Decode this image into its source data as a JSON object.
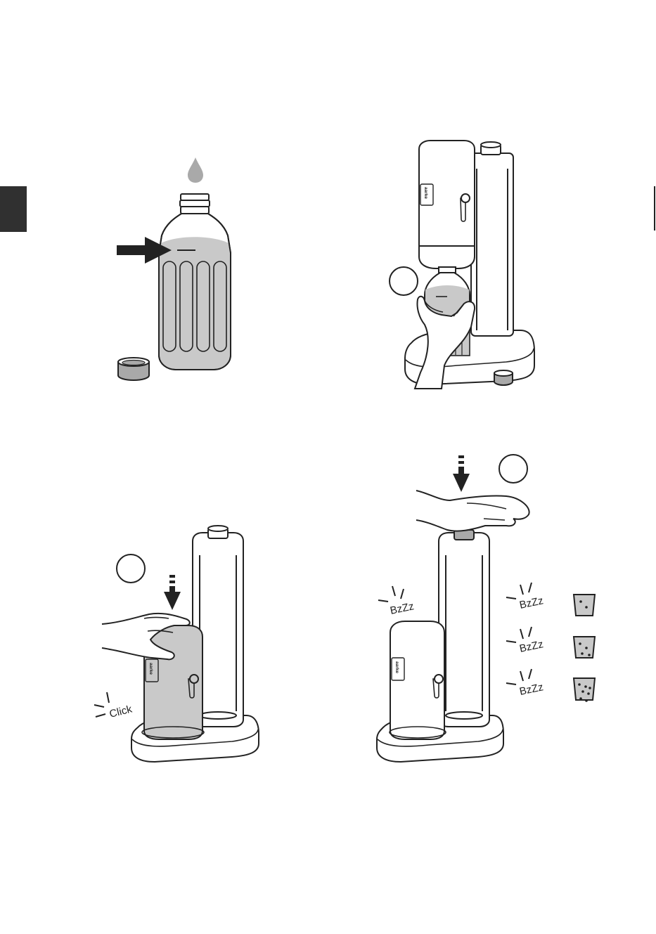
{
  "colors": {
    "line": "#222222",
    "water": "#c9c9c9",
    "cap": "#a9a9a9",
    "tab": "#303030",
    "paper": "#ffffff"
  },
  "steps": [
    {
      "id": "fill-bottle",
      "icons": [
        "water-drop-icon",
        "fill-line-arrow-icon",
        "bottle-cap-icon"
      ]
    },
    {
      "id": "insert-bottle",
      "icons": [
        "step-circle-icon",
        "hand-icon"
      ]
    },
    {
      "id": "lock-bottle",
      "sound": "Click",
      "icons": [
        "step-circle-icon",
        "press-down-arrow-icon",
        "hand-icon"
      ]
    },
    {
      "id": "carbonate",
      "sound": "BzZz",
      "icons": [
        "step-circle-icon",
        "press-down-arrow-icon",
        "hand-icon",
        "glass-icon"
      ]
    }
  ],
  "brand_label": "aarke",
  "levels": [
    {
      "sound": "BzZz",
      "bubbles": 1
    },
    {
      "sound": "BzZz",
      "bubbles": 2
    },
    {
      "sound": "BzZz",
      "bubbles": 3
    }
  ]
}
